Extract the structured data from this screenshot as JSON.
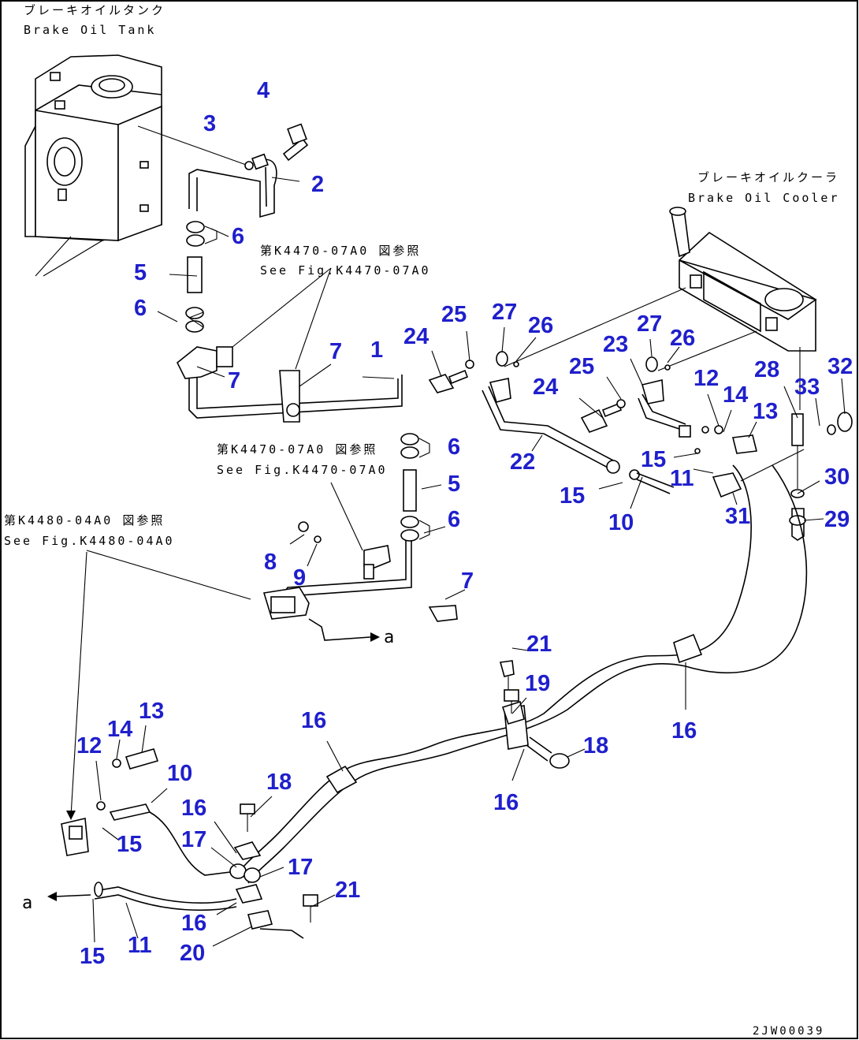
{
  "captions": {
    "tank_jp": "ブレーキオイルタンク",
    "tank_en": "Brake Oil Tank",
    "cooler_jp": "ブレーキオイルクーラ",
    "cooler_en": "Brake Oil Cooler",
    "ref1_jp": "第K4470-07A0 図参照",
    "ref1_en": "See Fig.K4470-07A0",
    "ref2_jp": "第K4470-07A0 図参照",
    "ref2_en": "See Fig.K4470-07A0",
    "ref3_jp": "第K4480-04A0 図参照",
    "ref3_en": "See Fig.K4480-04A0",
    "arrow_a1": "a",
    "arrow_a2": "a",
    "drawing_code": "2JW00039"
  },
  "part_numbers": {
    "p1": "1",
    "p2": "2",
    "p3": "3",
    "p4": "4",
    "p5a": "5",
    "p5b": "5",
    "p6a": "6",
    "p6b": "6",
    "p6c": "6",
    "p6d": "6",
    "p7a": "7",
    "p7b": "7",
    "p7c": "7",
    "p8": "8",
    "p9": "9",
    "p10a": "10",
    "p10b": "10",
    "p11a": "11",
    "p11b": "11",
    "p12a": "12",
    "p12b": "12",
    "p13a": "13",
    "p13b": "13",
    "p14a": "14",
    "p14b": "14",
    "p15a": "15",
    "p15b": "15",
    "p15c": "15",
    "p15d": "15",
    "p16a": "16",
    "p16b": "16",
    "p16c": "16",
    "p16d": "16",
    "p16e": "16",
    "p17a": "17",
    "p17b": "17",
    "p18a": "18",
    "p18b": "18",
    "p19": "19",
    "p20": "20",
    "p21a": "21",
    "p21b": "21",
    "p22": "22",
    "p23": "23",
    "p24a": "24",
    "p24b": "24",
    "p25a": "25",
    "p25b": "25",
    "p26a": "26",
    "p26b": "26",
    "p27a": "27",
    "p27b": "27",
    "p28": "28",
    "p29": "29",
    "p30": "30",
    "p31": "31",
    "p32": "32",
    "p33": "33"
  }
}
